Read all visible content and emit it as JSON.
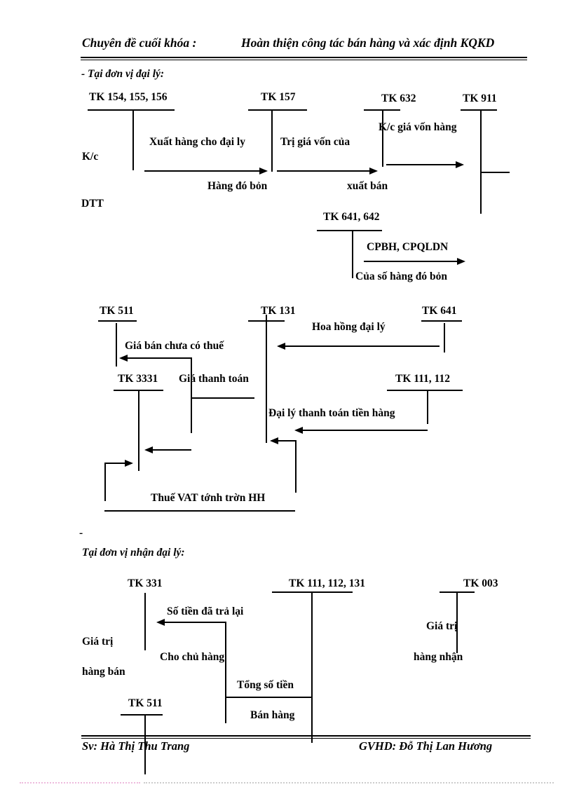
{
  "header": {
    "course": "Chuyên đề cuối khóa :",
    "thesis": "Hoàn thiện công tác bán hàng và xác định KQKD"
  },
  "section1": {
    "heading": "- Tại đơn vị đại lý:",
    "tk_154_155_156": "TK 154, 155, 156",
    "tk_157": "TK 157",
    "tk_632": "TK 632",
    "tk_911": "TK 911",
    "tk_641_642": "TK 641, 642",
    "kc": "K/c",
    "dtt": "DTT",
    "xuat_hang_cho_dai_ly": "Xuất hàng cho đại ly",
    "tri_gia_von_cua": "Trị giá vốn của",
    "kc_gia_von_hang": "K/c giá vốn hàng",
    "hang_da_ban": "Hàng đó bỏn",
    "xuat_ban": "xuất bán",
    "cpbh_cpqldn": "CPBH, CPQLDN",
    "cua_so_hang_da_ban": "Của số hàng đó bỏn"
  },
  "section2": {
    "tk_511": "TK 511",
    "tk_131": "TK 131",
    "tk_641": "TK 641",
    "tk_3331": "TK 3331",
    "tk_111_112": "TK 111, 112",
    "hoa_hong_dai_ly": "Hoa hồng đại lý",
    "gia_ban_chua_co_thue": "Giá bán chưa có thuế",
    "gia_thanh_toan": "Giá thanh toán",
    "dai_ly_thanh_toan_tien_hang": "Đại lý thanh toán tiền hàng",
    "thue_vat_tinh_tren_hh": "Thuế VAT tớnh trờn HH"
  },
  "section3": {
    "dash": "-",
    "heading": "Tại đơn vị nhận đại lý:",
    "tk_331": "TK 331",
    "tk_111_112_131": "TK 111, 112, 131",
    "tk_003": "TK 003",
    "tk_511": "TK 511",
    "so_tien_da_tra_lai": "Số tiền đã trả lại",
    "gia_tri_left": "Giá trị",
    "cho_chu_hang": "Cho chủ hàng",
    "hang_ban": "hàng bán",
    "tong_so_tien": "Tổng số tiền",
    "ban_hang": "Bán hàng",
    "gia_tri_right": "Giá trị",
    "hang_nhan": "hàng nhận"
  },
  "footer": {
    "student": "Sv: Hà Thị Thu Trang",
    "supervisor": "GVHD: Đỗ Thị Lan Hương"
  },
  "colors": {
    "ink": "#000000",
    "dotted_left": "#eebbdd",
    "dotted_right": "#cccccc"
  }
}
